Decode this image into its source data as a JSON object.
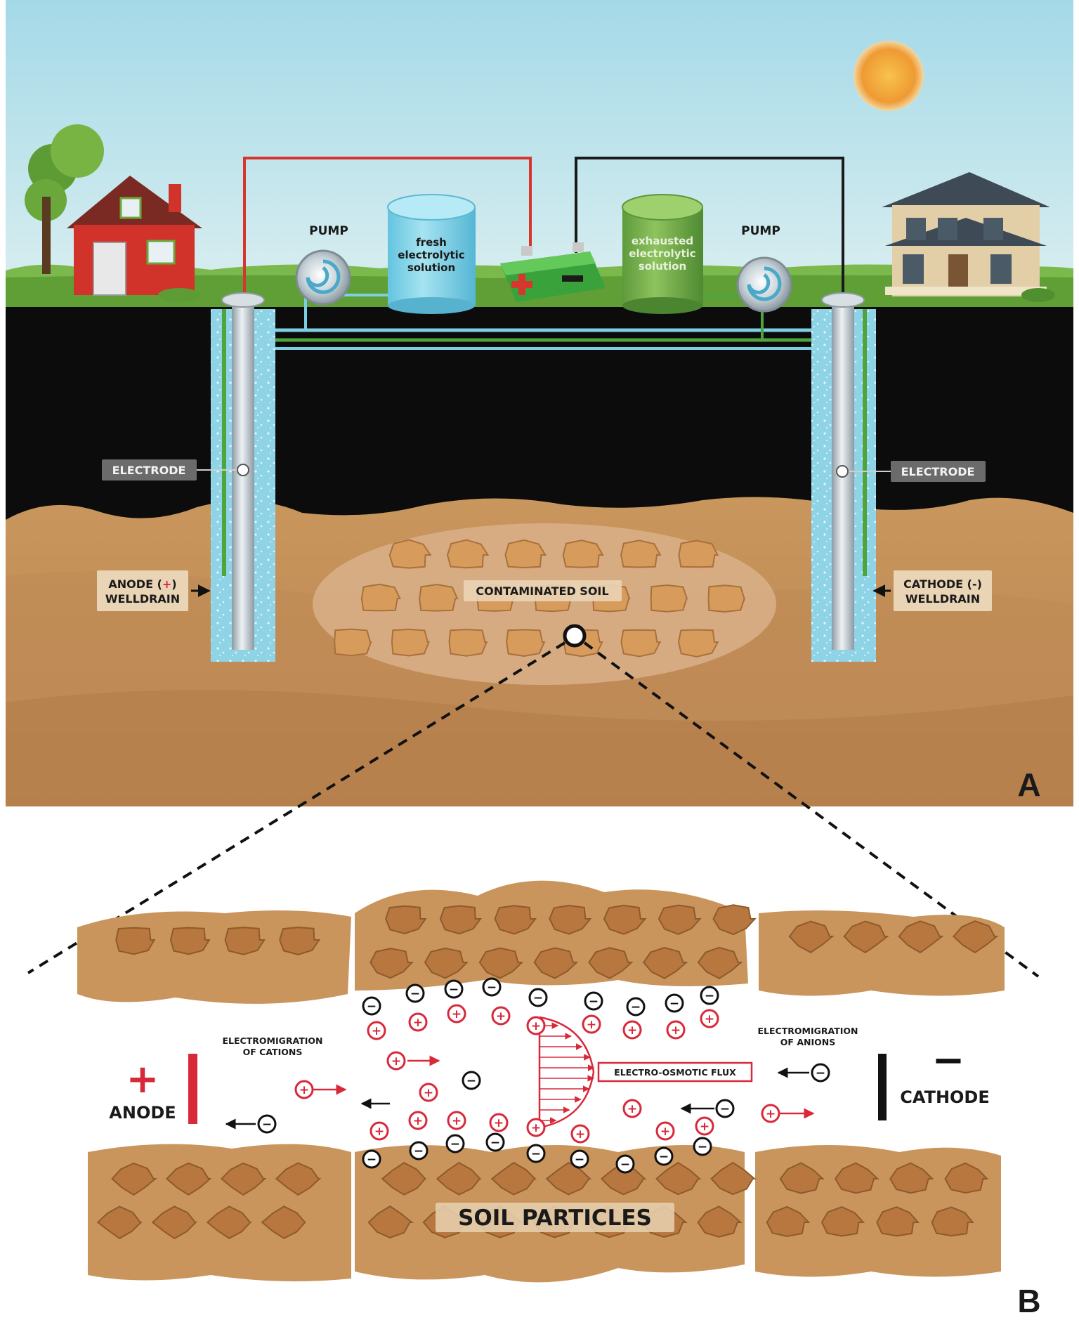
{
  "panel_a": {
    "letter": "A",
    "pump_left": "PUMP",
    "pump_right": "PUMP",
    "fresh_tank": [
      "fresh",
      "electrolytic",
      "solution"
    ],
    "exhausted_tank": [
      "exhausted",
      "electrolytic",
      "solution"
    ],
    "electrode_left": "ELECTRODE",
    "electrode_right": "ELECTRODE",
    "anode_welldrain": {
      "line1_prefix": "ANODE (",
      "line1_sign": "+",
      "line1_suffix": ")",
      "line2": "WELLDRAIN"
    },
    "cathode_welldrain": {
      "line1": "CATHODE (-)",
      "line2": "WELLDRAIN"
    },
    "contaminated_soil": "CONTAMINATED SOIL"
  },
  "panel_b": {
    "letter": "B",
    "anode": "ANODE",
    "cathode": "CATHODE",
    "plus_sign": "+",
    "minus_sign": "−",
    "electromigration_cations": [
      "ELECTROMIGRATION",
      "OF CATIONS"
    ],
    "electromigration_anions": [
      "ELECTROMIGRATION",
      "OF ANIONS"
    ],
    "electro_osmotic_flux": "ELECTRO-OSMOTIC FLUX",
    "soil_particles": "SOIL PARTICLES",
    "cation_glyph": "+",
    "anion_glyph": "−"
  },
  "colors": {
    "sky_top": "#a9dcea",
    "sky_bottom": "#d8eef0",
    "grass": "#79b84a",
    "underground": "#0d0d0d",
    "soil": "#c4915a",
    "soil_dark": "#9a6a3a",
    "well_water": "#8ed3e6",
    "fresh_tank": "#7fd3ea",
    "exhausted_tank": "#6fa84a",
    "battery": "#49b847",
    "wire_positive": "#d6362e",
    "wire_negative": "#1a1a1a",
    "cation": "#d8293a",
    "anion": "#111111",
    "label_box_dark": "#6b6b6b",
    "label_box_light": "#ead4b6",
    "sun": "#f2a93b"
  }
}
